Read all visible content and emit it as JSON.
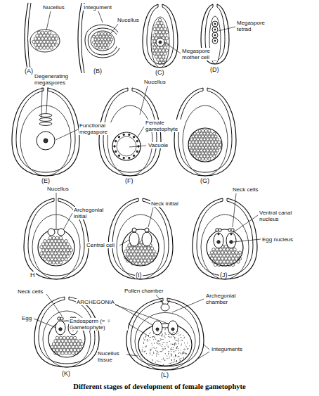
{
  "diagram": {
    "caption": "Different stages of development of female gametophyte",
    "labels": [
      "Nucellus",
      "Integument",
      "Nucellus",
      "Megaspore mother cell",
      "Megaspore tetrad",
      "(A)",
      "(B)",
      "(C)",
      "(D)",
      "Degenerating megaspores",
      "Functional megaspore",
      "(E)",
      "Nucellus",
      "Female gametophyte",
      "Vacuole",
      "(F)",
      "(G)",
      "Nucellus",
      "Archegonial initial",
      "H",
      "Neck initial",
      "Central cell",
      "(I)",
      "Neck cells",
      "Ventral canal nucleus",
      "Egg nucleus",
      "(J)",
      "Neck cells",
      "Egg",
      "(K)",
      "Pollen chamber",
      "ARCHEGONIA",
      "Archegonial chamber",
      "Endosperm (= ♀ Gametophyte)",
      "Nucellus tissue",
      "Integuments",
      "(L)"
    ]
  }
}
